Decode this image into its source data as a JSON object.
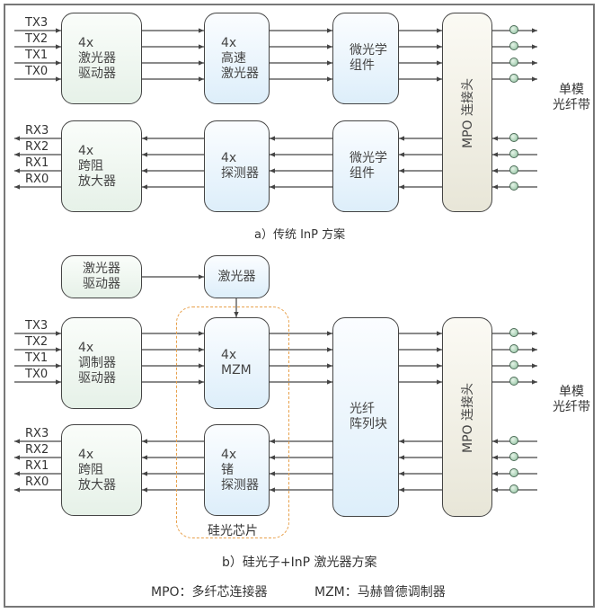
{
  "part_a": {
    "caption": "a）传统 InP 方案",
    "tx_labels": [
      "TX3",
      "TX2",
      "TX1",
      "TX0"
    ],
    "rx_labels": [
      "RX3",
      "RX2",
      "RX1",
      "RX0"
    ],
    "laser_driver": [
      "4x",
      "激光器",
      "驱动器"
    ],
    "laser": [
      "4x",
      "高速",
      "激光器"
    ],
    "micro_optics_tx": [
      "微光学",
      "组件"
    ],
    "tia": [
      "4x",
      "跨阻",
      "放大器"
    ],
    "detector": [
      "4x",
      "探测器"
    ],
    "micro_optics_rx": [
      "微光学",
      "组件"
    ],
    "mpo": "MPO 连接头",
    "fiber": [
      "单模",
      "光纤带"
    ]
  },
  "part_b": {
    "caption": "b）硅光子+InP 激光器方案",
    "tx_labels": [
      "TX3",
      "TX2",
      "TX1",
      "TX0"
    ],
    "rx_labels": [
      "RX3",
      "RX2",
      "RX1",
      "RX0"
    ],
    "laser_driver": [
      "激光器",
      "驱动器"
    ],
    "laser": "激光器",
    "mod_driver": [
      "4x",
      "调制器",
      "驱动器"
    ],
    "mzm": [
      "4x",
      "MZM"
    ],
    "tia": [
      "4x",
      "跨阻",
      "放大器"
    ],
    "ge_detector": [
      "4x",
      "锗",
      "探测器"
    ],
    "chip_label": "硅光芯片",
    "fiber_array": [
      "光纤",
      "阵列块"
    ],
    "mpo": "MPO 连接头",
    "fiber": [
      "单模",
      "光纤带"
    ]
  },
  "legend": {
    "mpo": "MPO：多纤芯连接器",
    "mzm": "MZM：马赫曾德调制器"
  }
}
